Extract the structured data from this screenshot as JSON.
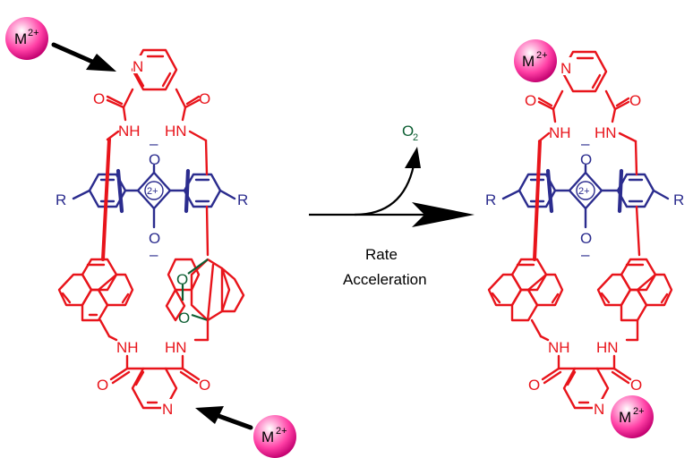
{
  "colors": {
    "cage": "#e8141b",
    "squaraine": "#2b2c8e",
    "peroxide": "#0c5e32",
    "metal_sphere": "#ff3fa5",
    "arrow": "#000000"
  },
  "labels": {
    "metal": "M",
    "metal_charge": "2+",
    "nitrogen": "N",
    "oxygen": "O",
    "amide_nh": "NH",
    "amide_hn": "HN",
    "r_group": "R",
    "ring_charge": "2+",
    "minus": "–",
    "oxygen_gas": "O",
    "oxygen_sub": "2",
    "rate": "Rate",
    "acceleration": "Acceleration"
  }
}
